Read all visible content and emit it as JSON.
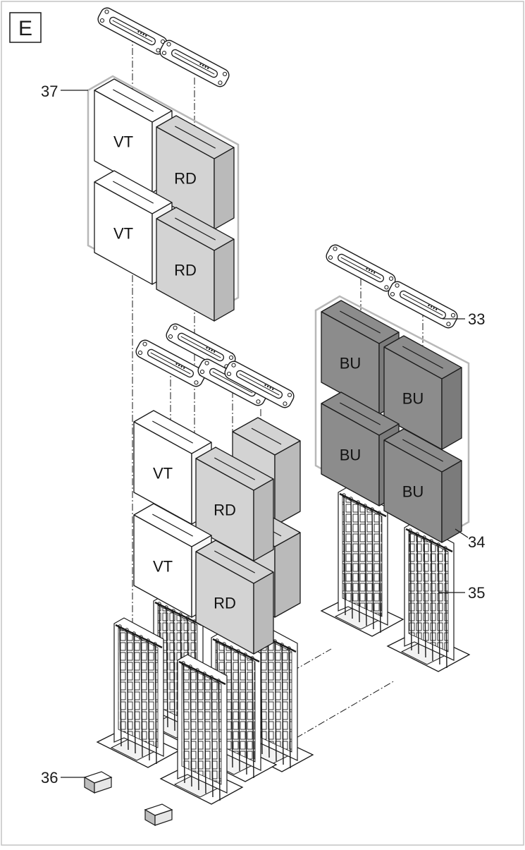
{
  "figure": {
    "panel_letter": "E"
  },
  "boxes": {
    "upper_group": [
      {
        "label": "VT",
        "shade": "white"
      },
      {
        "label": "RD",
        "shade": "light"
      },
      {
        "label": "VT",
        "shade": "white"
      },
      {
        "label": "RD",
        "shade": "light"
      }
    ],
    "middle_group": [
      {
        "label": "VT",
        "shade": "white"
      },
      {
        "label": "RD",
        "shade": "light"
      },
      {
        "label": "VT",
        "shade": "white"
      },
      {
        "label": "RD",
        "shade": "light"
      }
    ],
    "right_group": [
      {
        "label": "BU",
        "shade": "dark"
      },
      {
        "label": "BU",
        "shade": "dark"
      },
      {
        "label": "BU",
        "shade": "dark"
      },
      {
        "label": "BU",
        "shade": "dark"
      }
    ]
  },
  "callouts": [
    {
      "id": "c37",
      "text": "37"
    },
    {
      "id": "c33",
      "text": "33"
    },
    {
      "id": "c34",
      "text": "34"
    },
    {
      "id": "c35",
      "text": "35"
    },
    {
      "id": "c36",
      "text": "36"
    }
  ],
  "colors": {
    "white": "#ffffff",
    "light": "#d3d3d3",
    "dark": "#8c8c8c",
    "outline": "#1a1a1a",
    "group_outline": "#b8b8b8"
  }
}
